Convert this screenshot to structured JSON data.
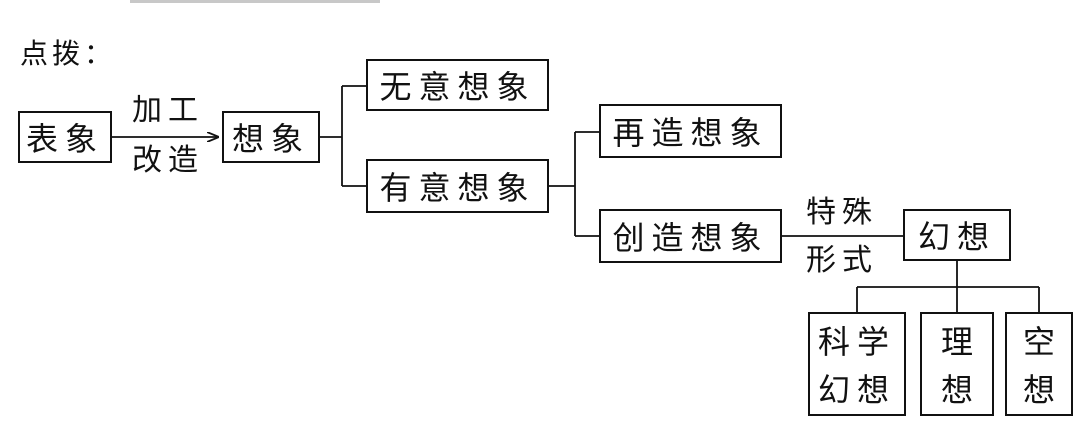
{
  "title": "点拨：",
  "nodes": {
    "biaoxiang": "表象",
    "xiangxiang": "想象",
    "wuyi": "无意想象",
    "youyi": "有意想象",
    "zaizao": "再造想象",
    "chuangzao": "创造想象",
    "huanxiang": "幻想",
    "kexue_line1": "科学",
    "kexue_line2": "幻想",
    "lixiang_line1": "理",
    "lixiang_line2": "想",
    "kongxiang_line1": "空",
    "kongxiang_line2": "想"
  },
  "edges": {
    "process_top": "加工",
    "process_bottom": "改造",
    "special_top": "特殊",
    "special_bottom": "形式"
  }
}
